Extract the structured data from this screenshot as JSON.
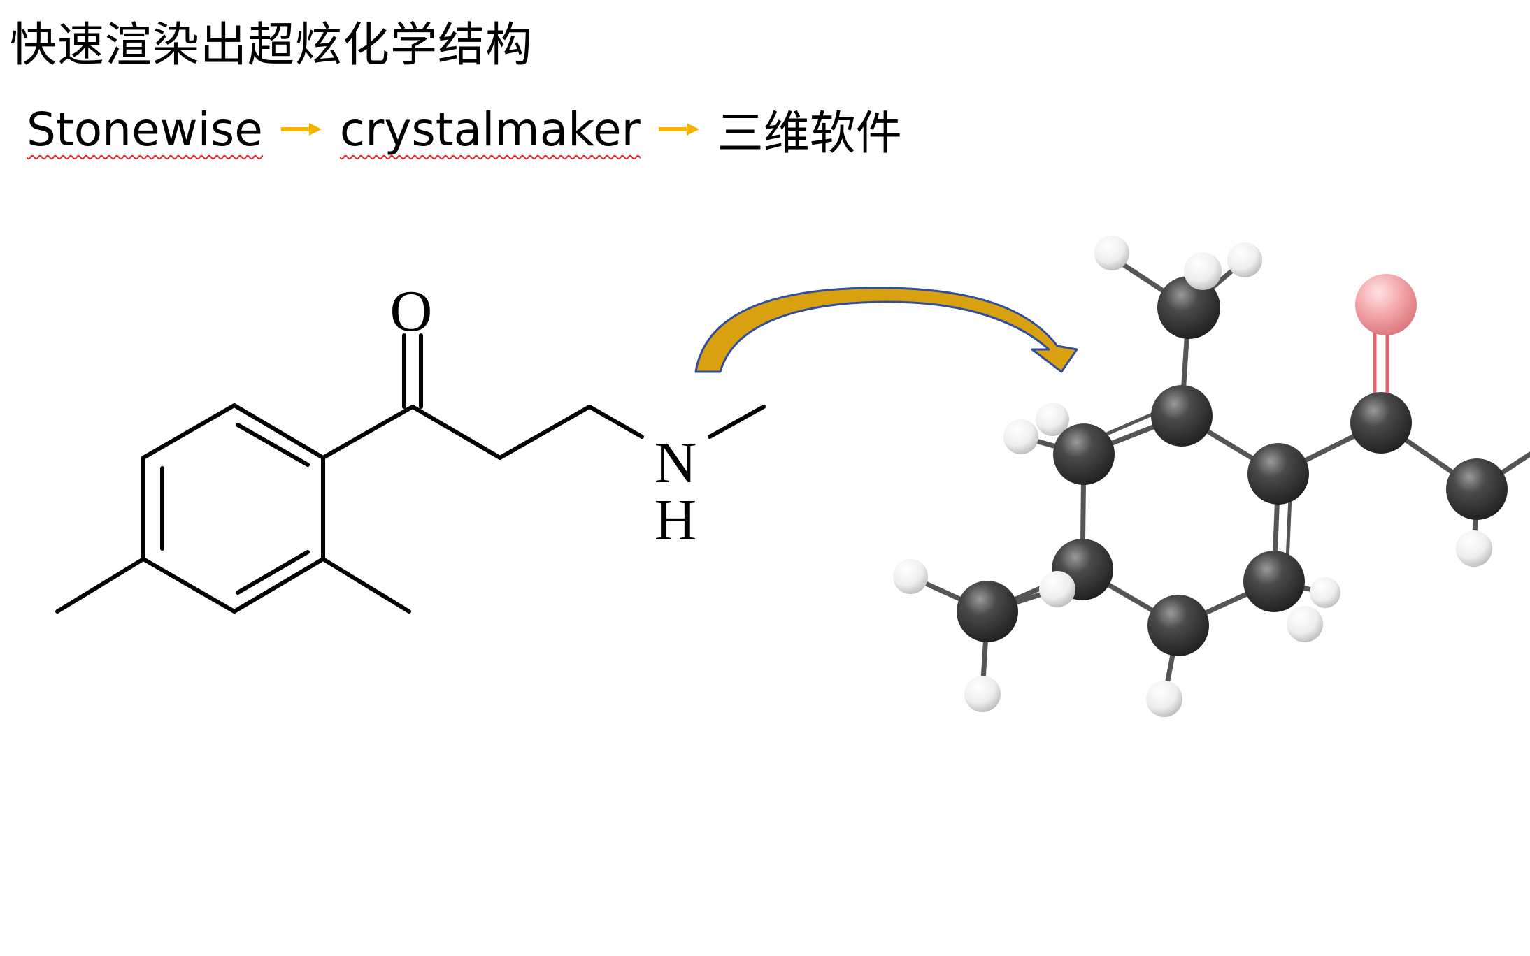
{
  "slide": {
    "title": "快速渲染出超炫化学结构",
    "workflow": [
      "Stonewise",
      "crystalmaker",
      "三维软件"
    ]
  },
  "structure_2d": {
    "atom_labels": {
      "oxygen": "O",
      "nitrogen": "N",
      "hydrogen": "H"
    }
  },
  "colors": {
    "arrow_accent": "#f5b400",
    "curved_arrow_fill": "#d9a10f",
    "curved_arrow_outline": "#2f4f9e",
    "carbon": "#3a3a3a",
    "hydrogen": "#f2f2f2",
    "oxygen": "#f2a7aa",
    "bond": "#555555",
    "spellcheck_underline": "#e8262b"
  }
}
